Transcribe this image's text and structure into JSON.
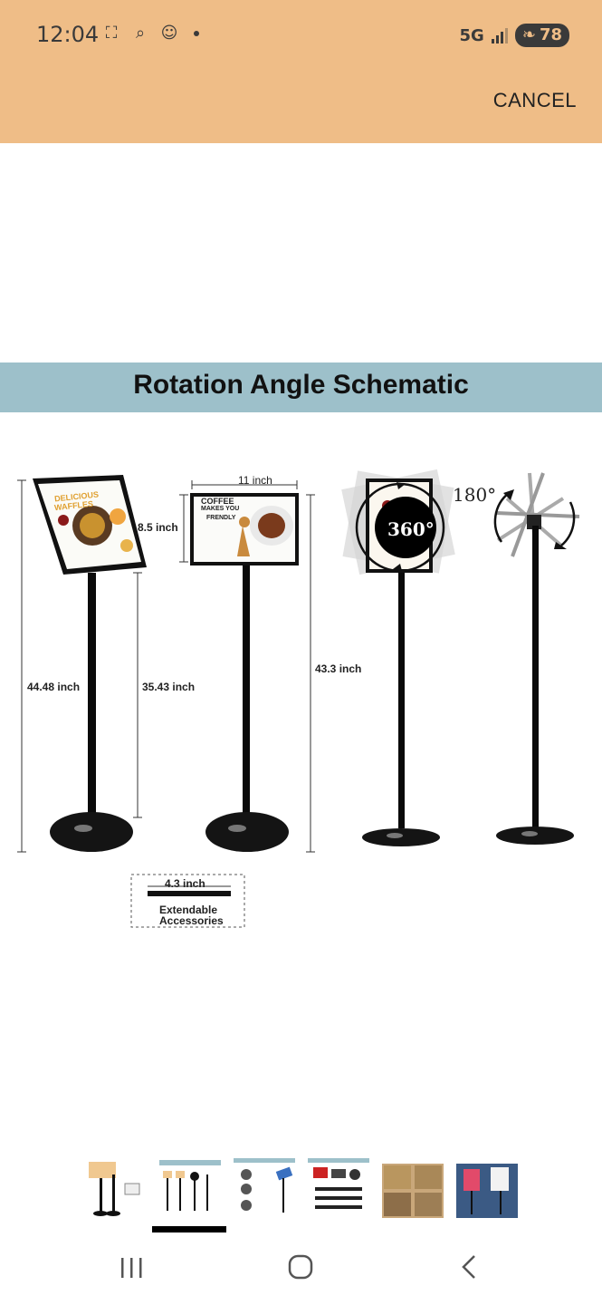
{
  "status": {
    "time": "12:04",
    "network": "5G",
    "battery": "78"
  },
  "header": {
    "cancel_label": "CANCEL"
  },
  "product_image": {
    "banner_title": "Rotation Angle Schematic",
    "labels": {
      "total_height_left": "44.48 inch",
      "pole_height": "35.43 inch",
      "frame_width": "11 inch",
      "frame_height": "8.5 inch",
      "total_height_right": "43.3 inch",
      "rotate_360": "360°",
      "rotate_180": "180°",
      "extension_length": "4.3 inch",
      "extension_caption_1": "Extendable",
      "extension_caption_2": "Accessories"
    },
    "poster_text": {
      "waffles_1": "DELICIOUS",
      "waffles_2": "WAFFLES",
      "coffee_1": "COFFEE",
      "coffee_2": "MAKES YOU",
      "coffee_3": "FRENDLY"
    }
  },
  "thumbnails": {
    "count": 6,
    "selected_index": 1
  },
  "colors": {
    "header_bg": "#efbd87",
    "banner_bg": "#9dc0ca"
  }
}
